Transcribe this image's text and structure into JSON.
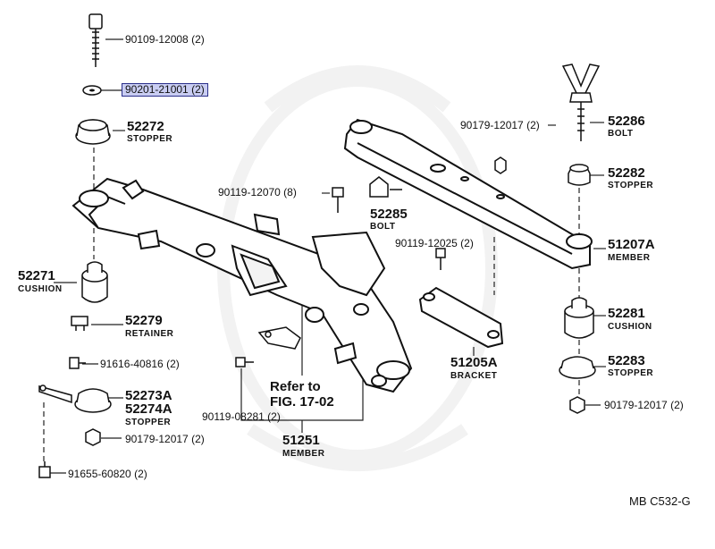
{
  "diagram_code": "MB  C532-G",
  "labels": {
    "b90109": "90109-12008 (2)",
    "b90201": "90201-21001 (2)",
    "p52272": "52272",
    "stopper": "STOPPER",
    "b90179a": "90179-12017 (2)",
    "p52286": "52286",
    "bolt": "BOLT",
    "p52282": "52282",
    "b90119a": "90119-12070 (8)",
    "p52285": "52285",
    "b90119b": "90119-12025 (2)",
    "p51207a": "51207A",
    "member": "MEMBER",
    "p52271": "52271",
    "cushion": "CUSHION",
    "p52281": "52281",
    "p52279": "52279",
    "retainer": "RETAINER",
    "p52283": "52283",
    "b91616": "91616-40816 (2)",
    "p51205a": "51205A",
    "bracket": "BRACKET",
    "refer1": "Refer to",
    "refer2": "FIG. 17-02",
    "p52273a": "52273A",
    "p52274a": "52274A",
    "b90179b": "90179-12017 (2)",
    "b90119c": "90119-08281 (2)",
    "p51251": "51251",
    "b90179c": "90179-12017 (2)",
    "b91655": "91655-60820 (2)"
  }
}
